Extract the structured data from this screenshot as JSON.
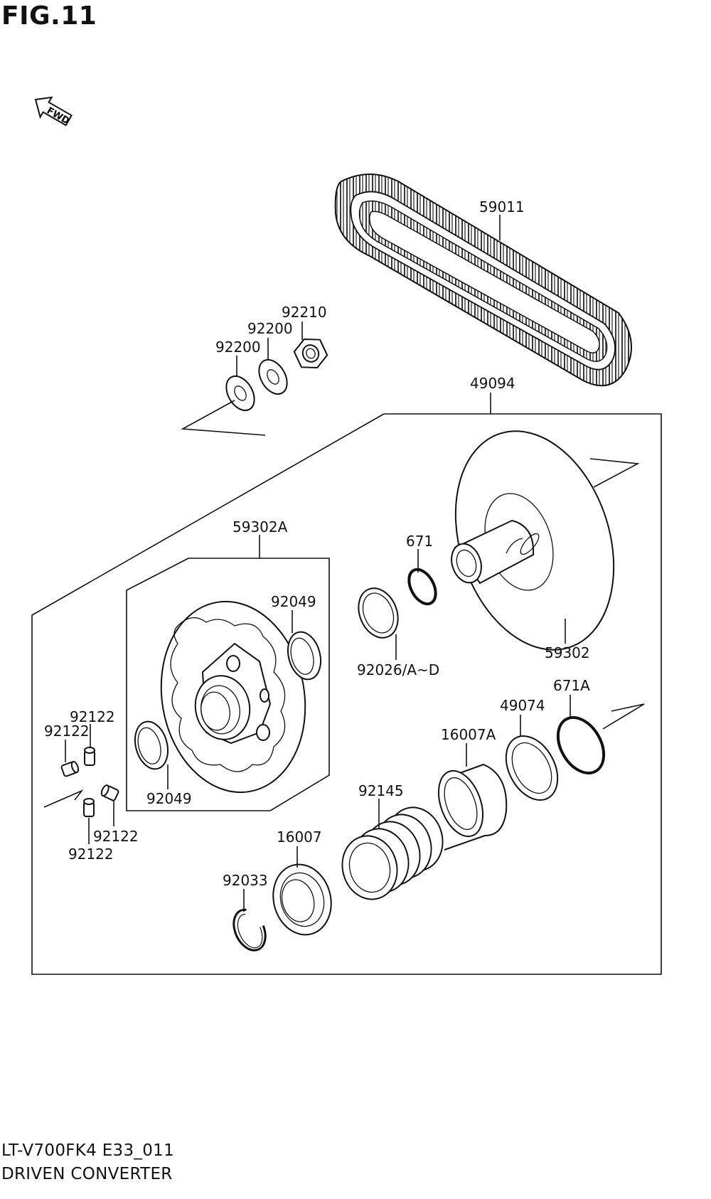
{
  "figure_title": "FIG.11",
  "direction_marker": "FWD",
  "model_code": "LT-V700FK4 E33_011",
  "assembly_name": "DRIVEN CONVERTER",
  "part_labels": {
    "p59011": "59011",
    "p92210": "92210",
    "p92200a": "92200",
    "p92200b": "92200",
    "p49094": "49094",
    "p59302A": "59302A",
    "p671": "671",
    "p92049a": "92049",
    "p92049b": "92049",
    "p92026": "92026/A~D",
    "p59302": "59302",
    "p671A": "671A",
    "p49074": "49074",
    "p16007A": "16007A",
    "p92145": "92145",
    "p16007": "16007",
    "p92033": "92033",
    "p92122a": "92122",
    "p92122b": "92122",
    "p92122c": "92122",
    "p92122d": "92122"
  }
}
